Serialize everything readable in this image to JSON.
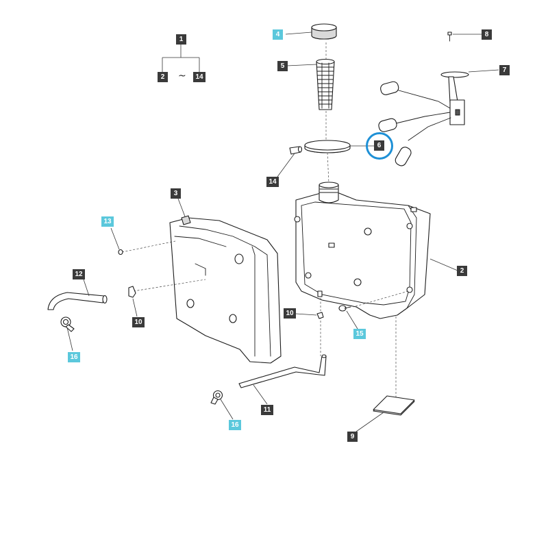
{
  "diagram": {
    "callouts": [
      {
        "id": "c1",
        "label": "1",
        "accent": false
      },
      {
        "id": "c2a",
        "label": "2",
        "accent": false
      },
      {
        "id": "c14a",
        "label": "14",
        "accent": false
      },
      {
        "id": "c4",
        "label": "4",
        "accent": true
      },
      {
        "id": "c5",
        "label": "5",
        "accent": false
      },
      {
        "id": "c6",
        "label": "6",
        "accent": false
      },
      {
        "id": "c7",
        "label": "7",
        "accent": false
      },
      {
        "id": "c8",
        "label": "8",
        "accent": false
      },
      {
        "id": "c14b",
        "label": "14",
        "accent": false
      },
      {
        "id": "c3",
        "label": "3",
        "accent": false
      },
      {
        "id": "c13",
        "label": "13",
        "accent": true
      },
      {
        "id": "c12",
        "label": "12",
        "accent": false
      },
      {
        "id": "c10a",
        "label": "10",
        "accent": false
      },
      {
        "id": "c16a",
        "label": "16",
        "accent": true
      },
      {
        "id": "c2b",
        "label": "2",
        "accent": false
      },
      {
        "id": "c10b",
        "label": "10",
        "accent": false
      },
      {
        "id": "c15",
        "label": "15",
        "accent": true
      },
      {
        "id": "c11",
        "label": "11",
        "accent": false
      },
      {
        "id": "c16b",
        "label": "16",
        "accent": true
      },
      {
        "id": "c9",
        "label": "9",
        "accent": false
      }
    ],
    "range_separator": "~",
    "highlighted_part": "6",
    "colors": {
      "callout_dark": "#3a3a3a",
      "callout_accent": "#5bc8dc",
      "highlight_ring": "#1e90d6",
      "line": "#1a1a1a"
    }
  }
}
